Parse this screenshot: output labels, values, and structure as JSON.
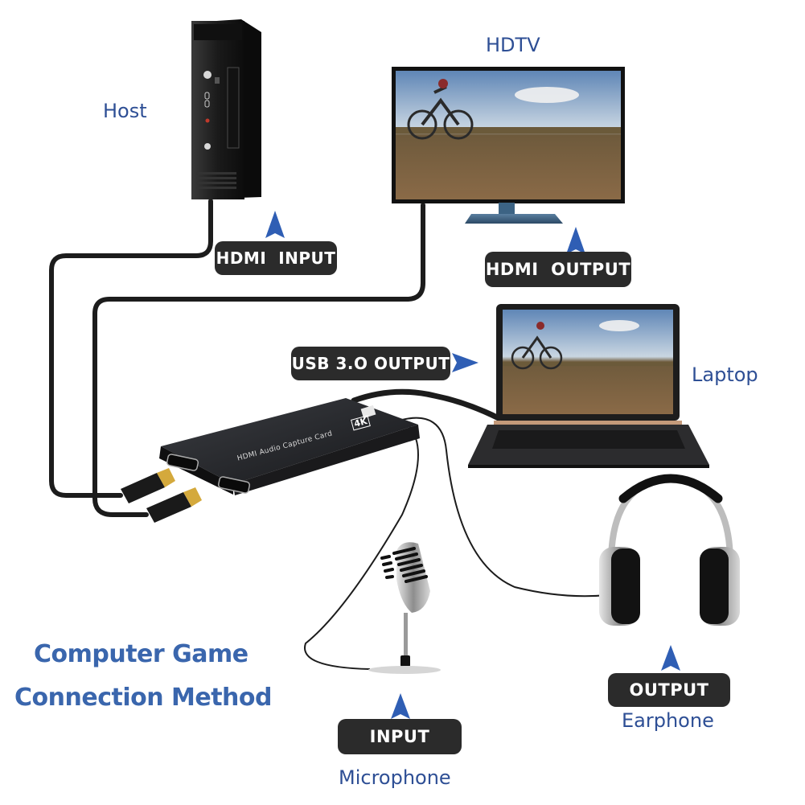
{
  "title": {
    "line1": "Computer Game",
    "line2": "Connection Method"
  },
  "devices": {
    "host": {
      "label": "Host",
      "icon": "desktop-tower-icon"
    },
    "hdtv": {
      "label": "HDTV",
      "icon": "monitor-icon"
    },
    "laptop": {
      "label": "Laptop",
      "icon": "laptop-icon"
    },
    "earphone": {
      "label": "Earphone",
      "icon": "headphones-icon"
    },
    "microphone": {
      "label": "Microphone",
      "icon": "microphone-icon"
    },
    "capture_card": {
      "icon": "capture-card-icon",
      "brand_mark": "4K",
      "text": "HDMI Audio Capture Card"
    }
  },
  "ports": {
    "hdmi_input": "HDMI  INPUT",
    "hdmi_output": "HDMI  OUTPUT",
    "usb_output": "USB 3.O OUTPUT",
    "audio_input": "INPUT",
    "audio_output": "OUTPUT"
  },
  "colors": {
    "caption_blue": "#2e4f95",
    "title_blue": "#3a66ad",
    "arrow_blue": "#2f5eb4",
    "pill_bg": "#2b2b2b",
    "cable": "#1c1c1c"
  }
}
